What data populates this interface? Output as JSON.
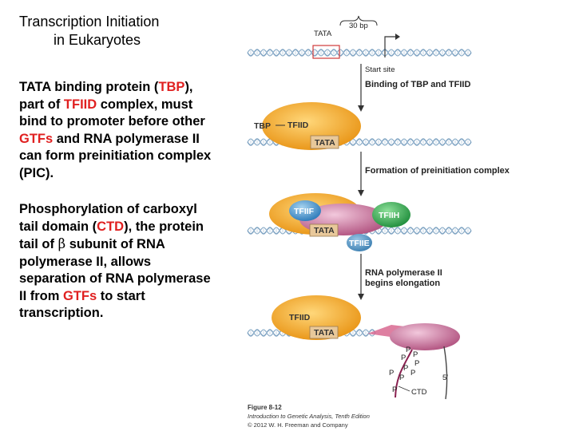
{
  "title": {
    "line1": "Transcription Initiation",
    "line2": "in Eukaryotes"
  },
  "paragraph1": {
    "t1": "TATA binding protein (",
    "tbp": "TBP",
    "t2": "), part of ",
    "tfiid": "TFIID",
    "t3": " complex, must bind to promoter before other ",
    "gtfs": "GTFs",
    "t4": " and RNA polymerase II can form preinitiation complex (PIC)."
  },
  "paragraph2": {
    "t1": "Phosphorylation of carboxyl tail domain (",
    "ctd": "CTD",
    "t2": "), the protein tail of ",
    "beta": "β",
    "t3": " subunit of RNA polymerase II, allows separation of RNA polymerase II from ",
    "gtfs": "GTFs",
    "t4": " to start transcription."
  },
  "figure": {
    "bp30": "30 bp",
    "tata_top": "TATA",
    "start_site": "Start site",
    "step1": "Binding of TBP and TFIID",
    "tbp": "TBP",
    "tfiid_1": "TFIID",
    "tata_1": "TATA",
    "step2": "Formation of preinitiation complex",
    "tfiif": "TFIIF",
    "tfiih": "TFIIH",
    "tata_2": "TATA",
    "tfiie": "TFIIE",
    "step3_line1": "RNA polymerase II",
    "step3_line2": "begins elongation",
    "tfiid_3": "TFIID",
    "tata_3": "TATA",
    "p": "P",
    "five_prime": "5′",
    "ctd": "CTD",
    "caption_fig": "Figure 8-12",
    "caption_book": "Introduction to Genetic Analysis, Tenth Edition",
    "caption_copy": "© 2012 W. H. Freeman and Company"
  },
  "colors": {
    "highlight_red": "#e02020",
    "tfiid_orange": "#f2a21c",
    "tata_box": "#e8c89a",
    "polymerase_pink": "#c8709a",
    "tfiih_green": "#2aa84a",
    "tfiif_blue": "#3a8fc8",
    "dna_blue": "#7aa0c0"
  }
}
